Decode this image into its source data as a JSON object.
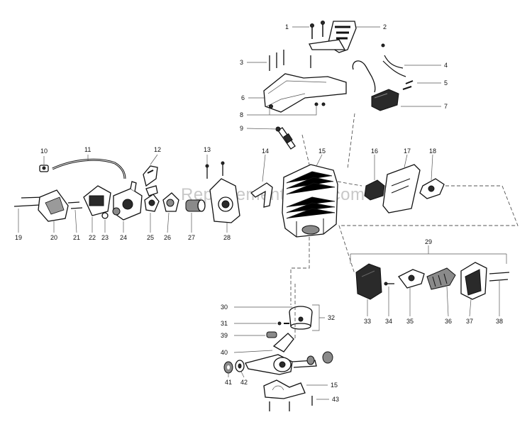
{
  "watermark": "ReplacementParts.com",
  "callouts": {
    "c1": "1",
    "c2": "2",
    "c3": "3",
    "c4": "4",
    "c5": "5",
    "c6": "6",
    "c7": "7",
    "c8": "8",
    "c9": "9",
    "c10": "10",
    "c11": "11",
    "c12": "12",
    "c13": "13",
    "c14": "14",
    "c15": "15",
    "c16": "16",
    "c17": "17",
    "c18": "18",
    "c19": "19",
    "c20": "20",
    "c21": "21",
    "c22": "22",
    "c23": "23",
    "c24": "24",
    "c25": "25",
    "c26": "26",
    "c27": "27",
    "c28": "28",
    "c29": "29",
    "c30": "30",
    "c31": "31",
    "c32": "32",
    "c33": "33",
    "c34": "34",
    "c35": "35",
    "c36": "36",
    "c37": "37",
    "c38": "38",
    "c39": "39",
    "c40": "40",
    "c41": "41",
    "c42": "42",
    "c15b": "15",
    "c43": "43"
  }
}
